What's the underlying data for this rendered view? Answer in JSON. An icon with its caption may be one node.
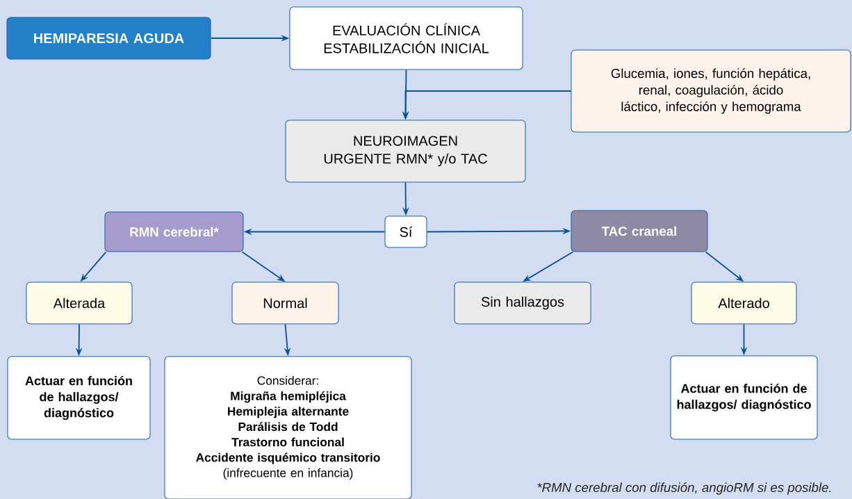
{
  "diagram": {
    "nodes": [
      {
        "text": [
          "HEMIPARESIA AGUDA"
        ]
      },
      {
        "text": [
          "EVALUACIÓN CLÍNICA ESTABILIZACIÓN INICIAL"
        ]
      },
      {
        "text": [
          "Glucemia, iones, función hepática, renal, coagulación, ácido láctico, infección y hemograma"
        ]
      },
      {
        "text": [
          "NEUROIMAGEN URGENTE RMN* y/o TAC"
        ]
      },
      {
        "text": [
          "Sí"
        ]
      },
      {
        "text": [
          "RMN cerebral*"
        ]
      },
      {
        "text": [
          "TAC craneal"
        ]
      },
      {
        "text": [
          "Alterada"
        ]
      },
      {
        "text": [
          "Normal"
        ]
      },
      {
        "text": [
          "Sin hallazgos"
        ]
      },
      {
        "text": [
          "Alterado"
        ]
      },
      {
        "text": [
          "Actuar en función de hallazgos/ diagnóstico"
        ]
      },
      {
        "text": [
          "Considerar:",
          "Migraña hemipléjica",
          "Hemiplejia alternante",
          "Parálisis de Todd",
          "Trastorno funcional",
          "Accidente isquémico transitorio",
          "(infrecuente en infancia)"
        ]
      },
      {
        "text": [
          "Actuar en función de hallazgos/ diagnóstico"
        ]
      }
    ],
    "edges": [
      {
        "from": 0,
        "to": 1,
        "arrow": "to"
      },
      {
        "from": 1,
        "to": 3,
        "arrow": "to"
      },
      {
        "from": 2,
        "to": 3,
        "arrow": "to"
      },
      {
        "from": 3,
        "to": 4,
        "arrow": "to"
      },
      {
        "from": 4,
        "to": 5,
        "arrow": "to"
      },
      {
        "from": 4,
        "to": 6,
        "arrow": "to"
      },
      {
        "from": 5,
        "to": 7,
        "arrow": "to"
      },
      {
        "from": 5,
        "to": 8,
        "arrow": "to"
      },
      {
        "from": 6,
        "to": 9,
        "arrow": "to"
      },
      {
        "from": 6,
        "to": 10,
        "arrow": "to"
      },
      {
        "from": 7,
        "to": 11,
        "arrow": "to"
      },
      {
        "from": 8,
        "to": 12,
        "arrow": "to"
      },
      {
        "from": 10,
        "to": 13,
        "arrow": "to"
      }
    ],
    "labels": [
      "*RMN cerebral con difusión, angioRM si es posible."
    ]
  }
}
